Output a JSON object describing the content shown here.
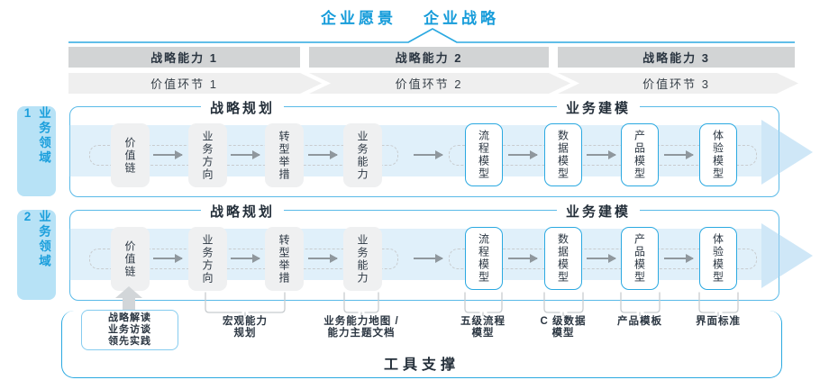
{
  "header": {
    "vision": "企业愿景",
    "strategy": "企业战略"
  },
  "capabilities": [
    "战略能力 1",
    "战略能力 2",
    "战略能力 3"
  ],
  "value_links": [
    "价值环节 1",
    "价值环节 2",
    "价值环节 3"
  ],
  "domains": [
    "业务领域 1",
    "业务领域 2"
  ],
  "row": {
    "planning_header": "战略规划",
    "modeling_header": "业务建模",
    "planning_boxes": [
      "价值链",
      "业务方向",
      "转型举措",
      "业务能力"
    ],
    "modeling_boxes": [
      "流程模型",
      "数据模型",
      "产品模型",
      "体验模型"
    ]
  },
  "annotations": {
    "inputs_box_lines": [
      "战略解读",
      "业务访谈",
      "领先实践"
    ],
    "macro_capability_lines": [
      "宏观能力",
      "规划"
    ],
    "capability_map_lines": [
      "业务能力地图 /",
      "能力主题文档"
    ],
    "process_lines": [
      "五级流程",
      "模型"
    ],
    "data_lines": [
      "C 级数据",
      "模型"
    ],
    "product_label": "产品模板",
    "ui_label": "界面标准"
  },
  "footer": {
    "label": "工具支撑"
  },
  "colors": {
    "accent_blue": "#169CDA",
    "row_border_blue": "#5ABAE8",
    "box_border_blue": "#2BA9E1",
    "sidebar_fill": "#B7E2F6",
    "bar_gray": "#D2D4D5",
    "chevron_gray": "#EFEFEF",
    "box_gray": "#EFF0F1",
    "band_blue": "#CBE4F5",
    "line_gray": "#C8CCCF",
    "text_dark": "#2B3642"
  }
}
